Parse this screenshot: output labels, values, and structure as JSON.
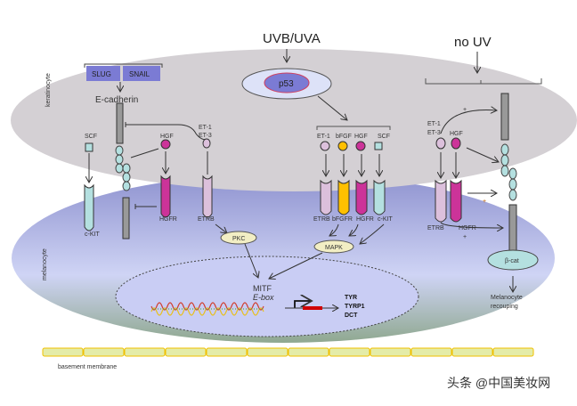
{
  "stimuli": {
    "uv": "UVB/UVA",
    "no_uv": "no UV"
  },
  "cells": {
    "keratinocyte": "keratinocyte",
    "melanocyte": "melanocyte",
    "basement": "basement membrane"
  },
  "left": {
    "slug": "SLUG",
    "snail": "SNAIL",
    "ecadherin": "E-cadherin",
    "scf": "SCF",
    "hgf": "HGF",
    "et1": "ET-1",
    "et3": "ET-3",
    "ckit": "c-KIT",
    "hgfr": "HGFR",
    "etrb": "ETRB",
    "pkc": "PKC"
  },
  "middle": {
    "p53": "p53",
    "et1": "ET-1",
    "bfgf": "bFGF",
    "hgf": "HGF",
    "scf": "SCF",
    "etrb": "ETRB",
    "bfgfr": "bFGFR",
    "hgfr": "HGFR",
    "ckit": "c-KIT",
    "mapk": "MAPK"
  },
  "nucleus": {
    "mitf": "MITF",
    "ebox": "E-box",
    "genes": [
      "TYR",
      "TYRP1",
      "DCT"
    ]
  },
  "right": {
    "et1": "ET-1",
    "et3": "ET-3",
    "hgf": "HGF",
    "etrb": "ETRB",
    "hgfr": "HGFR",
    "bcat": "β-cat",
    "recoup1": "Melanocyte",
    "recoup2": "recouping",
    "plus": "+"
  },
  "watermark": "头条 @中国美妆网",
  "colors": {
    "keratinocyte": "#d4d0d4",
    "melanocyte": "#b8bde8",
    "hgf": "#cc3399",
    "bfgf": "#ffc000",
    "scf": "#b4e0e0",
    "et": "#dcc0dc",
    "slug": "#7b7bd4"
  }
}
